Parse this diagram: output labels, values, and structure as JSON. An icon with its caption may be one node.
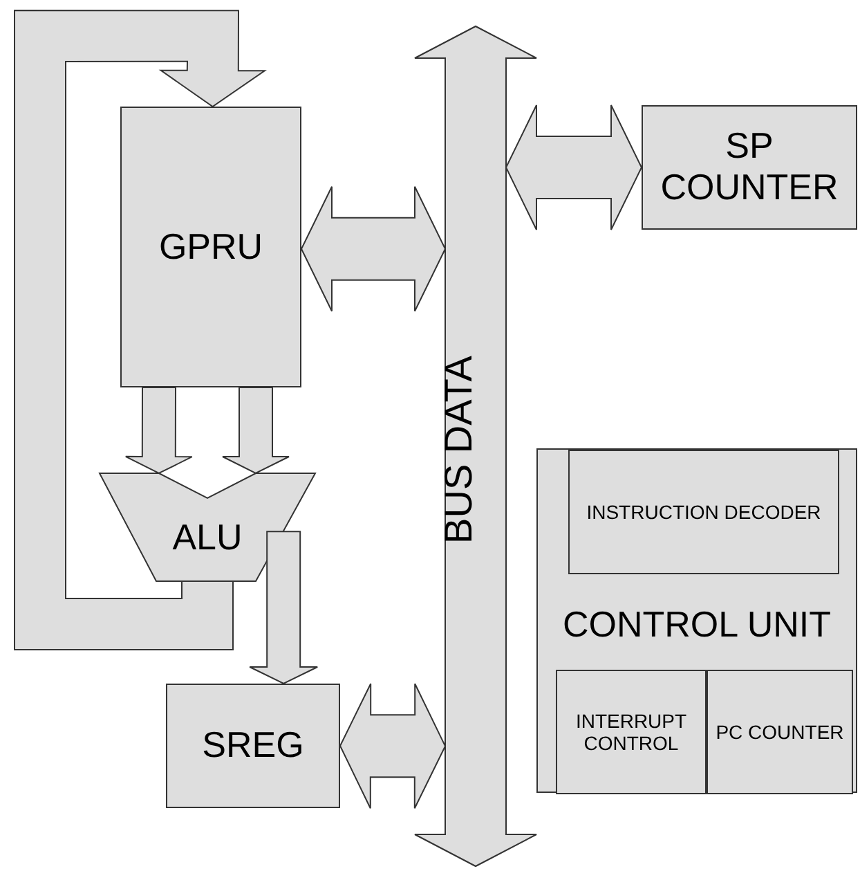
{
  "diagram": {
    "nodes": [
      {
        "text": [
          "GPRU"
        ]
      },
      {
        "text": [
          "ALU"
        ]
      },
      {
        "text": [
          "SREG"
        ]
      },
      {
        "text": [
          "BUS DATA"
        ]
      },
      {
        "text": [
          "SP COUNTER"
        ]
      },
      {
        "text": [
          "CONTROL UNIT"
        ]
      },
      {
        "text": [
          "INSTRUCTION DECODER"
        ],
        "in": 5
      },
      {
        "text": [
          "INTERRUPT CONTROL"
        ],
        "in": 5
      },
      {
        "text": [
          "PC COUNTER"
        ],
        "in": 5
      }
    ],
    "edges": [
      {
        "from": 1,
        "to": 0,
        "arrow": "to"
      },
      {
        "from": 0,
        "to": 1,
        "arrow": "to"
      },
      {
        "from": 0,
        "to": 1,
        "arrow": "to"
      },
      {
        "from": 1,
        "to": 2,
        "arrow": "to"
      },
      {
        "from": 0,
        "to": 3,
        "arrow": "both"
      },
      {
        "from": 2,
        "to": 3,
        "arrow": "both"
      },
      {
        "from": 3,
        "to": 4,
        "arrow": "both"
      }
    ]
  }
}
